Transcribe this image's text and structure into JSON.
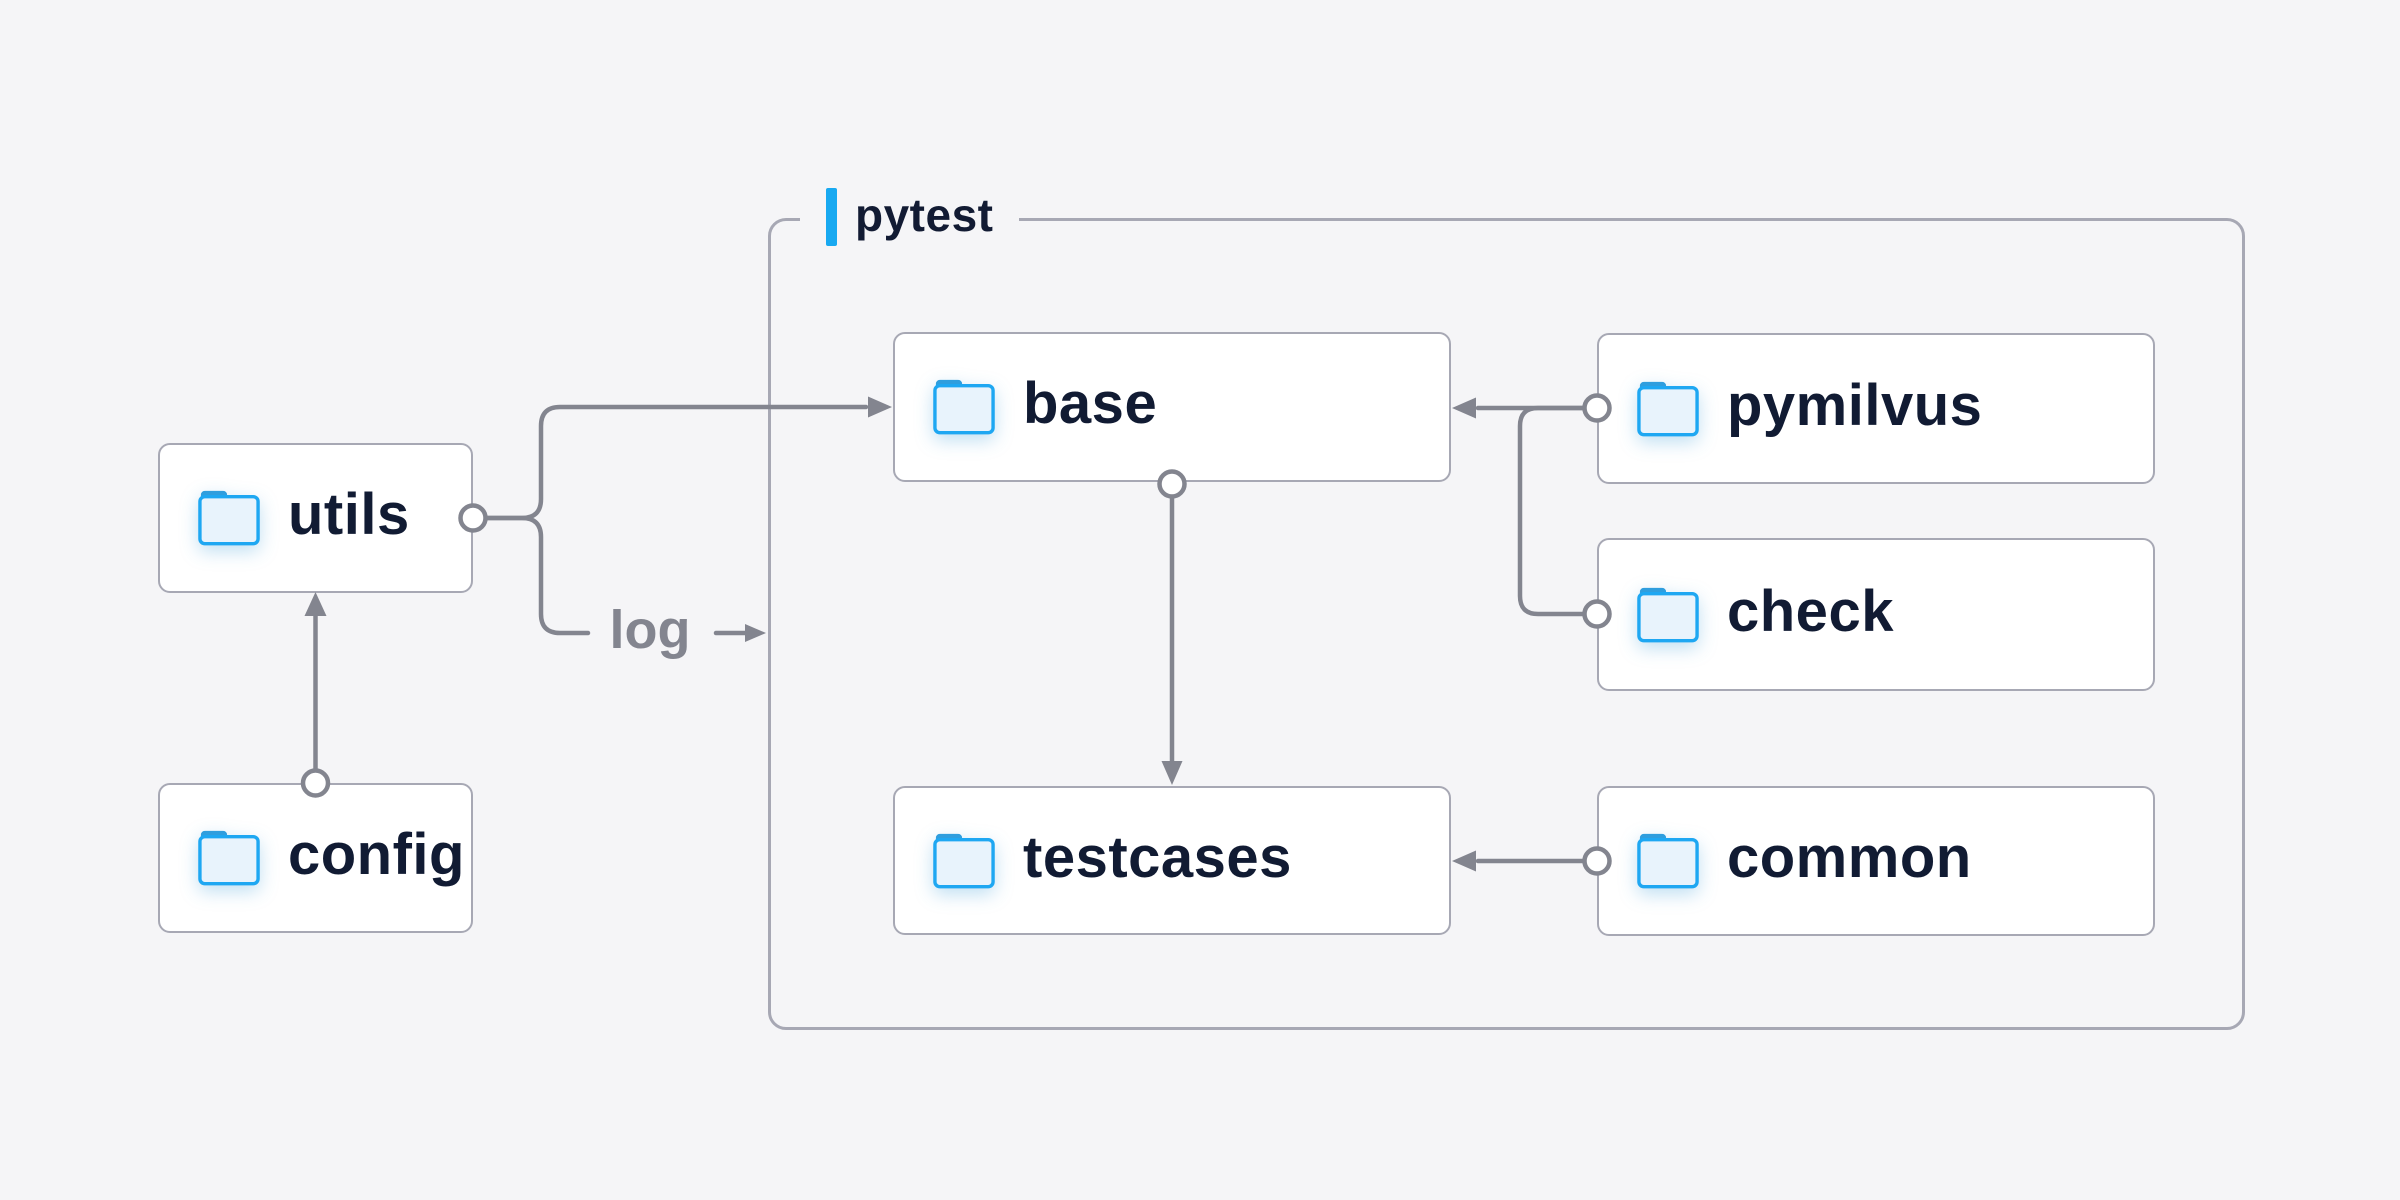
{
  "container": {
    "label": "pytest"
  },
  "nodes": {
    "utils": {
      "label": "utils"
    },
    "config": {
      "label": "config"
    },
    "base": {
      "label": "base"
    },
    "pymilvus": {
      "label": "pymilvus"
    },
    "check": {
      "label": "check"
    },
    "testcases": {
      "label": "testcases"
    },
    "common": {
      "label": "common"
    }
  },
  "edges": {
    "log_label": "log",
    "list": [
      {
        "from": "config",
        "to": "utils"
      },
      {
        "from": "utils",
        "to": "base"
      },
      {
        "from": "utils",
        "to": "log",
        "note": "branch pointing into pytest group"
      },
      {
        "from": "pymilvus",
        "to": "base"
      },
      {
        "from": "check",
        "to": "base"
      },
      {
        "from": "base",
        "to": "testcases"
      },
      {
        "from": "common",
        "to": "testcases"
      }
    ]
  },
  "colors": {
    "background": "#f5f5f7",
    "node_fill": "#ffffff",
    "node_border": "#a7a8b4",
    "connector_gray": "#83858f",
    "text_navy": "#111b33",
    "edge_label_gray": "#83858f",
    "accent_blue": "#18a9f1",
    "folder_stroke_blue": "#1ea7f2",
    "folder_fill_light": "#e8f3fc",
    "folder_tab_blue": "#2f9ede"
  }
}
